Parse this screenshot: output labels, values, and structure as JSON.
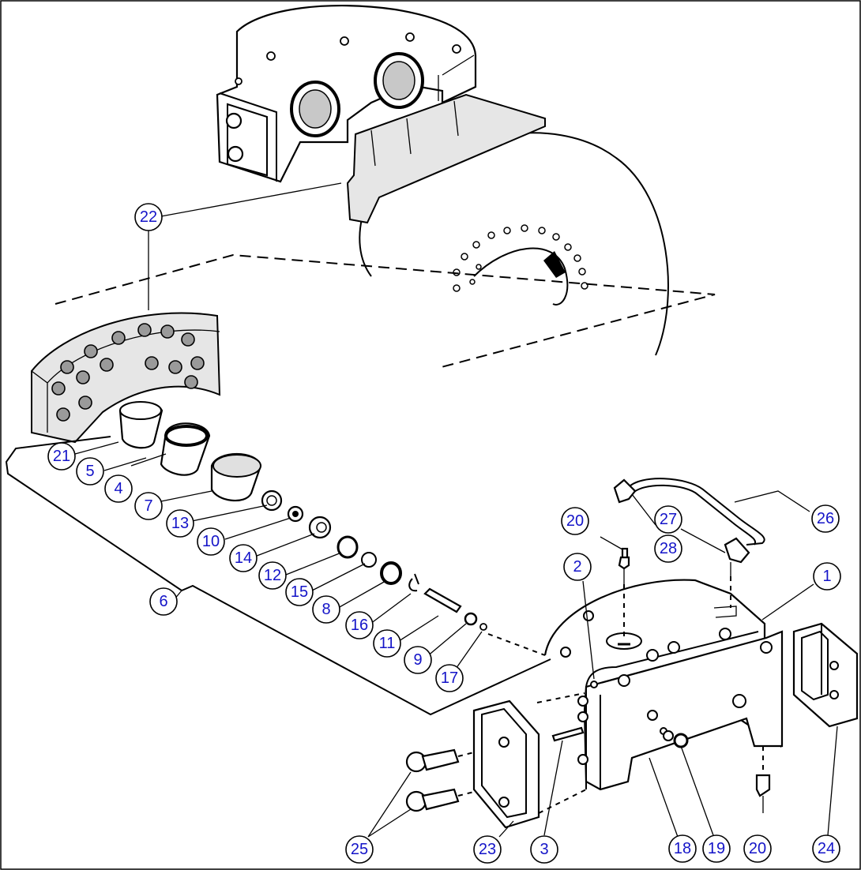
{
  "callouts": [
    {
      "id": "c1",
      "label": "1"
    },
    {
      "id": "c2",
      "label": "2"
    },
    {
      "id": "c3",
      "label": "3"
    },
    {
      "id": "c4",
      "label": "4"
    },
    {
      "id": "c5",
      "label": "5"
    },
    {
      "id": "c6",
      "label": "6"
    },
    {
      "id": "c7",
      "label": "7"
    },
    {
      "id": "c8",
      "label": "8"
    },
    {
      "id": "c9",
      "label": "9"
    },
    {
      "id": "c10",
      "label": "10"
    },
    {
      "id": "c11",
      "label": "11"
    },
    {
      "id": "c12",
      "label": "12"
    },
    {
      "id": "c13",
      "label": "13"
    },
    {
      "id": "c14",
      "label": "14"
    },
    {
      "id": "c15",
      "label": "15"
    },
    {
      "id": "c16",
      "label": "16"
    },
    {
      "id": "c17",
      "label": "17"
    },
    {
      "id": "c18",
      "label": "18"
    },
    {
      "id": "c19",
      "label": "19"
    },
    {
      "id": "c20a",
      "label": "20"
    },
    {
      "id": "c20b",
      "label": "20"
    },
    {
      "id": "c21",
      "label": "21"
    },
    {
      "id": "c22",
      "label": "22"
    },
    {
      "id": "c23",
      "label": "23"
    },
    {
      "id": "c24",
      "label": "24"
    },
    {
      "id": "c25",
      "label": "25"
    },
    {
      "id": "c26",
      "label": "26"
    },
    {
      "id": "c27",
      "label": "27"
    },
    {
      "id": "c28",
      "label": "28"
    }
  ]
}
